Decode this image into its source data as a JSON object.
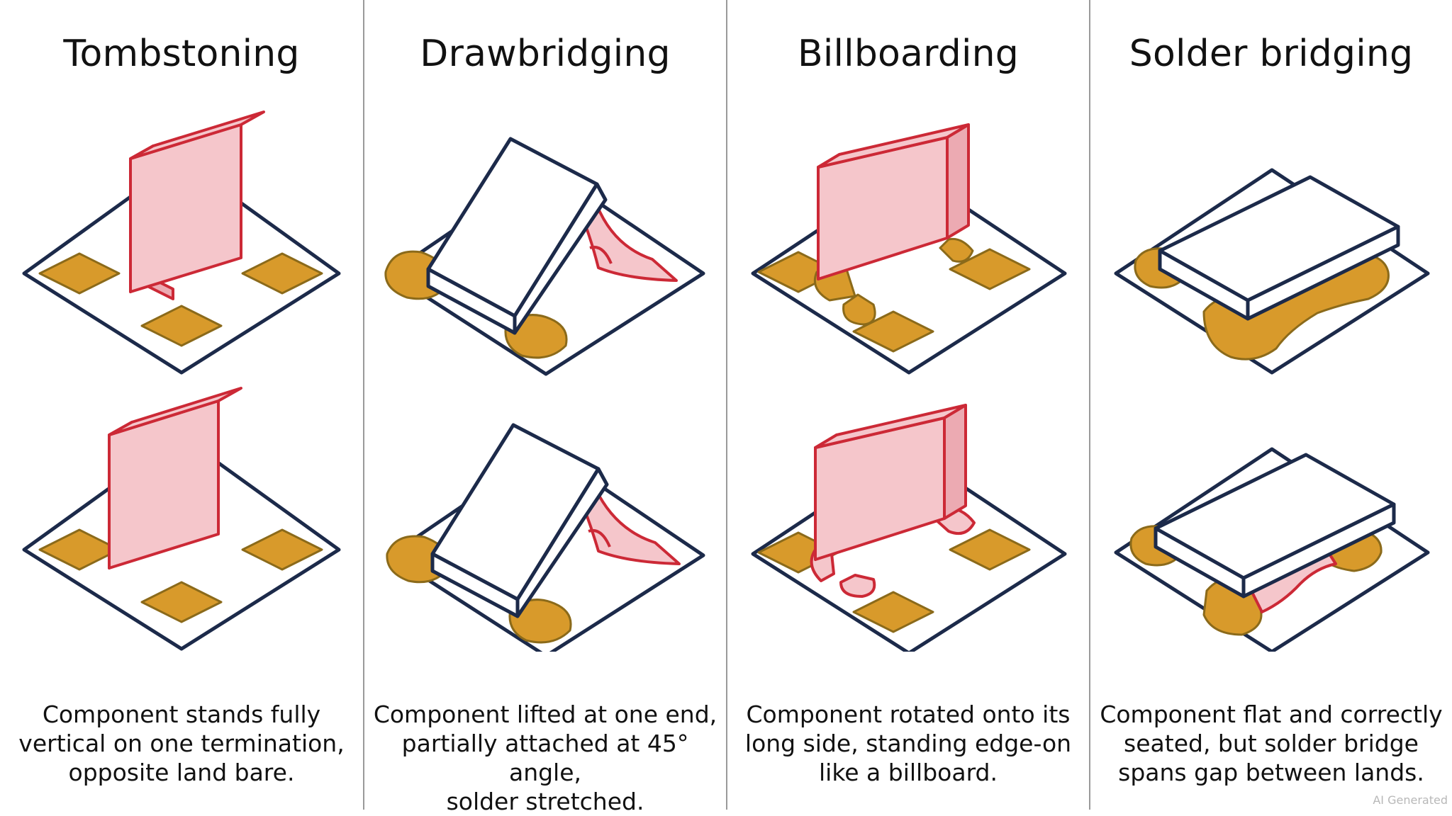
{
  "colors": {
    "board_outline": "#1c2a4a",
    "pad_fill": "#d89a2b",
    "pad_edge": "#8b6a1a",
    "defect_fill": "#f5c6cb",
    "defect_fill_dark": "#ecaab2",
    "defect_stroke": "#cc2936",
    "component_fill": "#ffffff",
    "component_stroke": "#1c2a4a",
    "divider": "#9a9a9a"
  },
  "panels": [
    {
      "id": "tombstoning",
      "title": "Tombstoning",
      "caption": [
        "Component stands fully",
        "vertical on one termination,",
        "opposite land bare."
      ]
    },
    {
      "id": "drawbridging",
      "title": "Drawbridging",
      "caption": [
        "Component lifted at one end,",
        "partially attached at 45° angle,",
        "solder stretched."
      ]
    },
    {
      "id": "billboarding",
      "title": "Billboarding",
      "caption": [
        "Component rotated onto its",
        "long side, standing edge-on",
        "like a billboard."
      ]
    },
    {
      "id": "solder-bridging",
      "title": "Solder bridging",
      "caption": [
        "Component flat and correctly",
        "seated, but solder bridge",
        "spans gap between lands."
      ]
    }
  ],
  "watermark": "AI Generated"
}
